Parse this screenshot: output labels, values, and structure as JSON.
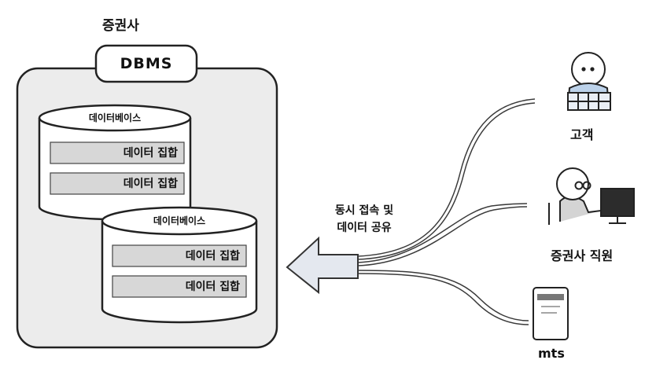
{
  "title": "증권사",
  "dbms": {
    "label": "DBMS"
  },
  "databases": [
    {
      "label": "데이터베이스",
      "sets": [
        "데이터 집합",
        "데이터 집합"
      ]
    },
    {
      "label": "데이터베이스",
      "sets": [
        "데이터 집합",
        "데이터 집합"
      ]
    }
  ],
  "arrow": {
    "line1": "동시 접속 및",
    "line2": "데이터 공유"
  },
  "actors": {
    "customer": "고객",
    "staff": "증권사 직원",
    "mobile": "mts"
  }
}
